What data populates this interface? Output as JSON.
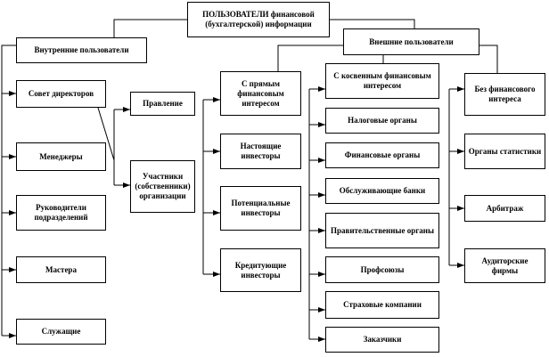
{
  "title": "ПОЛЬЗОВАТЕЛИ финансовой (бухгалтерской) информации",
  "internal": {
    "label": "Внутренние пользователи",
    "items": [
      "Совет директоров",
      "Менеджеры",
      "Руководители подразделений",
      "Мастера",
      "Служащие"
    ],
    "owners": [
      "Правление",
      "Участники (собственники) организации"
    ]
  },
  "external": {
    "label": "Внешние пользователи",
    "direct": [
      "С прямым финансовым интересом",
      "Настоящие инвесторы",
      "Потенциальные инвесторы",
      "Кредитующие инвесторы"
    ],
    "indirect": [
      "С косвенным финансовым интересом",
      "Налоговые органы",
      "Финансовые органы",
      "Обслуживающие банки",
      "Правительственные органы",
      "Профсоюзы",
      "Страховые компании",
      "Заказчики"
    ],
    "none": [
      "Без финансового интереса",
      "Органы статистики",
      "Арбитраж",
      "Аудиторские фирмы"
    ]
  }
}
